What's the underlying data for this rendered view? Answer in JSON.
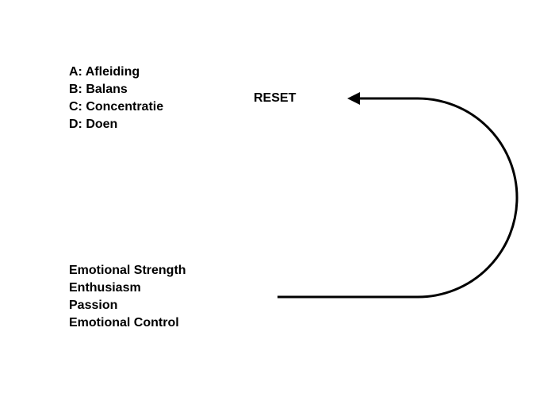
{
  "abcd_list": [
    "A: Afleiding",
    "B: Balans",
    "C: Concentratie",
    "D: Doen"
  ],
  "reset_label": "RESET",
  "emotional_list": [
    "Emotional Strength",
    "Enthusiasm",
    "Passion",
    "Emotional Control"
  ],
  "colors": {
    "text": "#000000",
    "arrow": "#000000",
    "background": "#ffffff"
  }
}
